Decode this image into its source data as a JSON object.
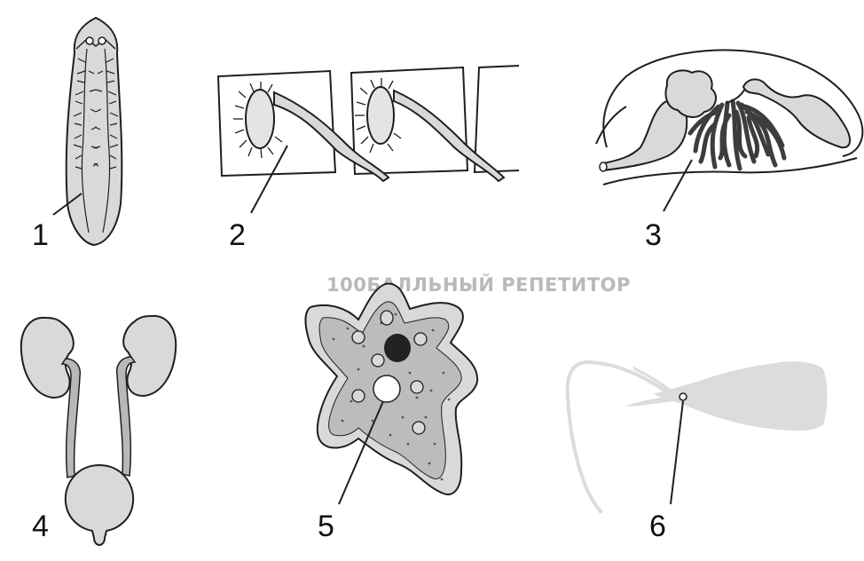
{
  "watermark": "100БАЛЛЬНЫЙ РЕПЕТИТОР",
  "labels": [
    "1",
    "2",
    "3",
    "4",
    "5",
    "6"
  ],
  "panels": [
    {
      "label": "1",
      "subject": "planarian excretory network"
    },
    {
      "label": "2",
      "subject": "flame cells"
    },
    {
      "label": "3",
      "subject": "insect malpighian tubules"
    },
    {
      "label": "4",
      "subject": "kidneys, ureters and bladder"
    },
    {
      "label": "5",
      "subject": "amoeba with contractile vacuole"
    },
    {
      "label": "6",
      "subject": "cephalopod / mollusc outline"
    }
  ],
  "colors": {
    "line": "#1f1f1f",
    "fill_light": "#d9d9d9",
    "fill_mid": "#c4c4c4",
    "tubule_dark": "#3d3d3d",
    "nucleus": "#222222",
    "ghost": "#dcdcdc"
  }
}
